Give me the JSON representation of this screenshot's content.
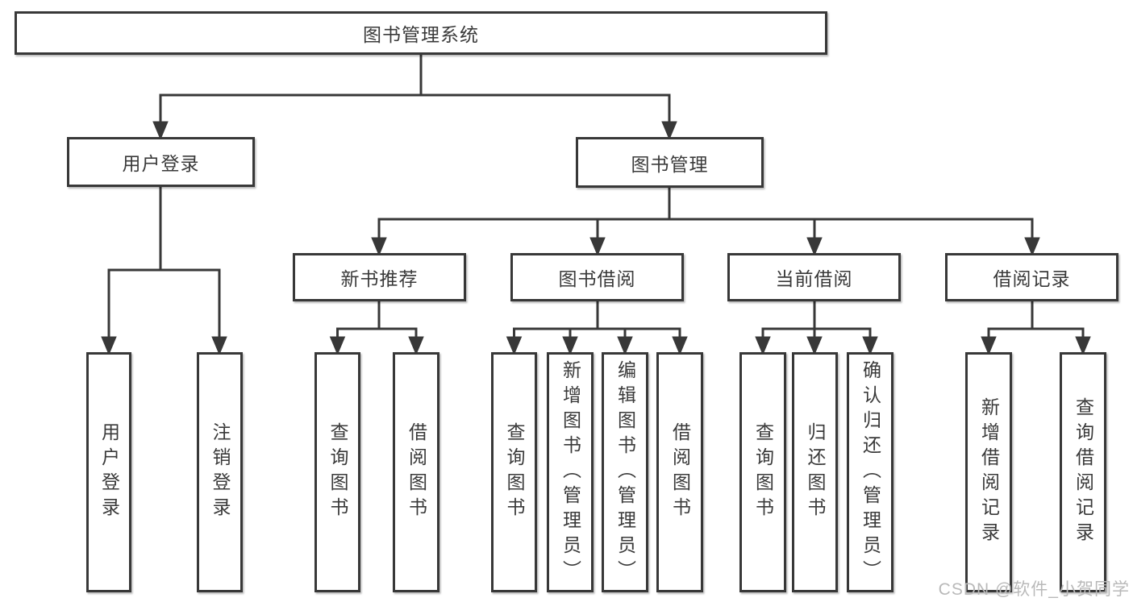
{
  "diagram": {
    "root": {
      "label": "图书管理系统"
    },
    "branches": [
      {
        "label": "用户登录",
        "children": [
          {
            "label": "用户登录"
          },
          {
            "label": "注销登录"
          }
        ]
      },
      {
        "label": "图书管理",
        "children": [
          {
            "label": "新书推荐",
            "children": [
              {
                "label": "查询图书"
              },
              {
                "label": "借阅图书"
              }
            ]
          },
          {
            "label": "图书借阅",
            "children": [
              {
                "label": "查询图书"
              },
              {
                "label": "新增图书（管理员）"
              },
              {
                "label": "编辑图书（管理员）"
              },
              {
                "label": "借阅图书"
              }
            ]
          },
          {
            "label": "当前借阅",
            "children": [
              {
                "label": "查询图书"
              },
              {
                "label": "归还图书"
              },
              {
                "label": "确认归还（管理员）"
              }
            ]
          },
          {
            "label": "借阅记录",
            "children": [
              {
                "label": "新增借阅记录"
              },
              {
                "label": "查询借阅记录"
              }
            ]
          }
        ]
      }
    ]
  },
  "watermark": {
    "text": "CSDN @软件_小贺同学"
  },
  "colors": {
    "line": "#383838",
    "node_border": "#383838",
    "text": "#3a3a3a",
    "background": "#ffffff",
    "watermark": "#b9b9b9"
  }
}
